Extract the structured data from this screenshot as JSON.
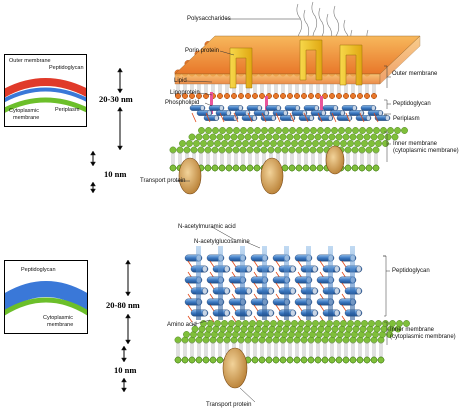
{
  "top_diagram": {
    "labels": {
      "polysaccharides": "Polysaccharides",
      "porin_protein": "Porin protein",
      "lipid": "Lipid",
      "lipoprotein": "Lipoprotein",
      "phospholipid": "Phospholipid",
      "transport_protein": "Transport protein",
      "outer_membrane": "Outer membrane",
      "peptidoglycan": "Peptidoglycan",
      "periplasm": "Periplasm",
      "inner_membrane_line1": "Inner membrane",
      "inner_membrane_line2": "(cytoplasmic membrane)"
    },
    "dimensions": {
      "envelope": "20-30 nm",
      "inner": "10 nm"
    },
    "inset": {
      "outer_membrane": "Outer membrane",
      "peptidoglycan": "Peptidoglycan",
      "periplasm": "Periplasm",
      "cytoplasmic_line1": "Cytoplasmic",
      "cytoplasmic_line2": "membrane"
    }
  },
  "bottom_diagram": {
    "labels": {
      "n_acetylmuramic": "N-acetylmuramic acid",
      "n_acetylglucosamine": "N-acetylglucosamine",
      "amino_acid": "Amino acid",
      "transport_protein": "Transport protein",
      "peptidoglycan": "Peptidoglycan",
      "inner_membrane_line1": "Inner membrane",
      "inner_membrane_line2": "(cytoplasmic membrane)"
    },
    "dimensions": {
      "envelope": "20-80 nm",
      "inner": "10 nm"
    },
    "inset": {
      "peptidoglycan": "Peptidoglycan",
      "cytoplasmic_line1": "Cytoplasmic",
      "cytoplasmic_line2": "membrane"
    }
  },
  "colors": {
    "outer_membrane": "#f2a23a",
    "lipid_head": "#e8772a",
    "peptidoglycan_rod": "#4a87c9",
    "peptidoglycan_cap": "#c9d6e6",
    "inner_membrane": "#7fbf3a",
    "porin": "#f2c21d",
    "transport": "#d9a35a",
    "lipoprotein": "#e9559a",
    "crosslink": "#e24a1a",
    "inset_red": "#e03a2a",
    "inset_blue": "#3a78d8",
    "inset_green": "#6cbf2a"
  }
}
